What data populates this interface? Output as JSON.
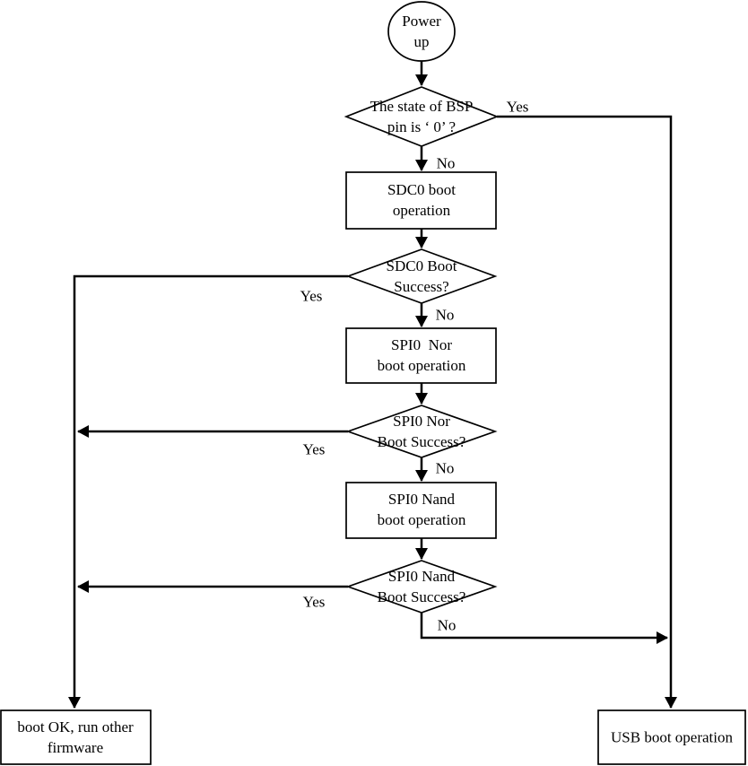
{
  "canvas": {
    "background": "#ffffff",
    "line_color": "#000000"
  },
  "nodes": {
    "power_up": {
      "type": "start-circle",
      "label": "Power\nup"
    },
    "bsp_pin_check": {
      "type": "decision-diamond",
      "label": "The state of BSP\npin is ‘ 0’ ?"
    },
    "sdc0_boot": {
      "type": "process-rect",
      "label": "SDC0 boot\noperation"
    },
    "sdc0_success": {
      "type": "decision-diamond",
      "label": "SDC0 Boot\nSuccess?"
    },
    "spi0_nor_boot": {
      "type": "process-rect",
      "label": "SPI0  Nor\nboot operation"
    },
    "spi0_nor_success": {
      "type": "decision-diamond",
      "label": "SPI0 Nor\nBoot Success?"
    },
    "spi0_nand_boot": {
      "type": "process-rect",
      "label": "SPI0 Nand\nboot operation"
    },
    "spi0_nand_success": {
      "type": "decision-diamond",
      "label": "SPI0 Nand\nBoot Success?"
    },
    "boot_ok": {
      "type": "terminal-rect",
      "label": "boot OK, run other\nfirmware"
    },
    "usb_boot": {
      "type": "terminal-rect",
      "label": "USB boot operation"
    }
  },
  "edge_labels": {
    "bsp_yes": "Yes",
    "bsp_no": "No",
    "sdc0_yes": "Yes",
    "sdc0_no": "No",
    "spi0_nor_yes": "Yes",
    "spi0_nor_no": "No",
    "spi0_nand_yes": "Yes",
    "spi0_nand_no": "No"
  }
}
